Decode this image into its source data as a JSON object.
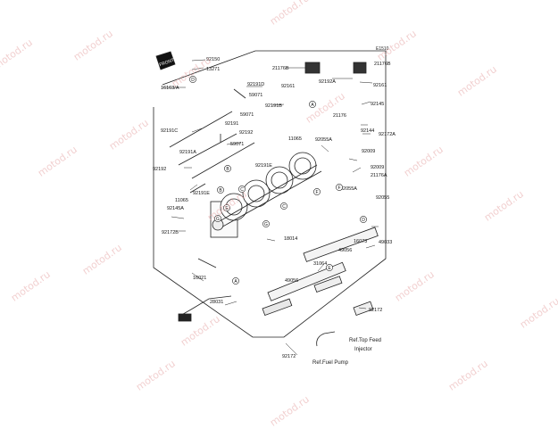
{
  "diagram_code": "E1510",
  "watermark": "motod.ru",
  "front_badge": "FRONT",
  "callouts": [
    "92150",
    "13271",
    "16163/A",
    "21176B",
    "21176B",
    "92161",
    "92192A",
    "92161",
    "92191D",
    "59071",
    "92191B",
    "59071",
    "92191",
    "92192",
    "11065",
    "92191C",
    "59071",
    "92191A",
    "92191E",
    "92192",
    "92191E",
    "11065",
    "92145A",
    "92172B",
    "92055A",
    "21176",
    "92145",
    "92144",
    "92172A",
    "92009",
    "92009",
    "21176A",
    "92055A",
    "92055",
    "18014",
    "16073",
    "49033",
    "49056",
    "31064",
    "16021",
    "28031",
    "49056",
    "92172",
    "92172"
  ],
  "letter_marks": [
    "D",
    "A",
    "B",
    "C",
    "B",
    "C",
    "E",
    "G",
    "F",
    "D",
    "A",
    "E",
    "G",
    "F"
  ],
  "refs": {
    "top_feed_line1": "Ref.Top Feed",
    "top_feed_line2": "Injector",
    "fuel_pump": "Ref.Fuel Pump"
  }
}
